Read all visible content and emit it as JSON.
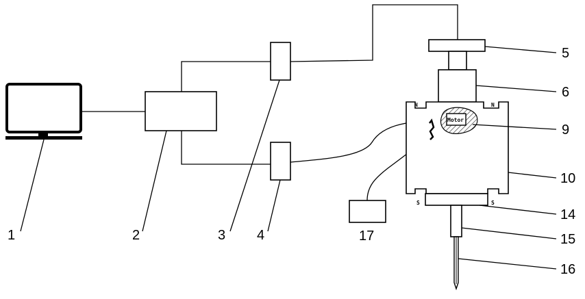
{
  "labels": {
    "computer": "1",
    "controller": "2",
    "unit3": "3",
    "unit4": "4",
    "handle": "5",
    "upper_block": "6",
    "motor_zone": "9",
    "housing": "10",
    "base_plate": "14",
    "shaft": "15",
    "needle": "16",
    "sensor_box": "17"
  },
  "motor_text": "Motor",
  "housing_corner_marks": {
    "top": "N",
    "bottom": "S"
  },
  "colors": {
    "stroke": "#000000",
    "hatch": "#555555",
    "background": "#ffffff"
  },
  "icons": {
    "computer": "monitor-icon"
  }
}
